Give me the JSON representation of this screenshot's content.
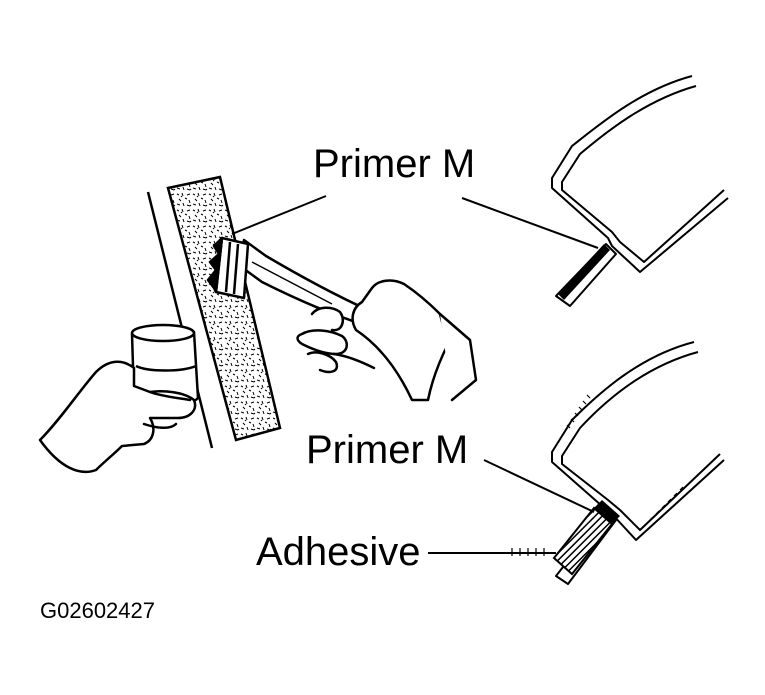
{
  "labels": {
    "primer_top": "Primer M",
    "primer_bottom": "Primer M",
    "adhesive": "Adhesive",
    "figure_code": "G02602427"
  },
  "colors": {
    "ink": "#000000",
    "paper": "#ffffff"
  },
  "icons": [
    "brush-icon",
    "hand-icon",
    "cup-icon"
  ]
}
